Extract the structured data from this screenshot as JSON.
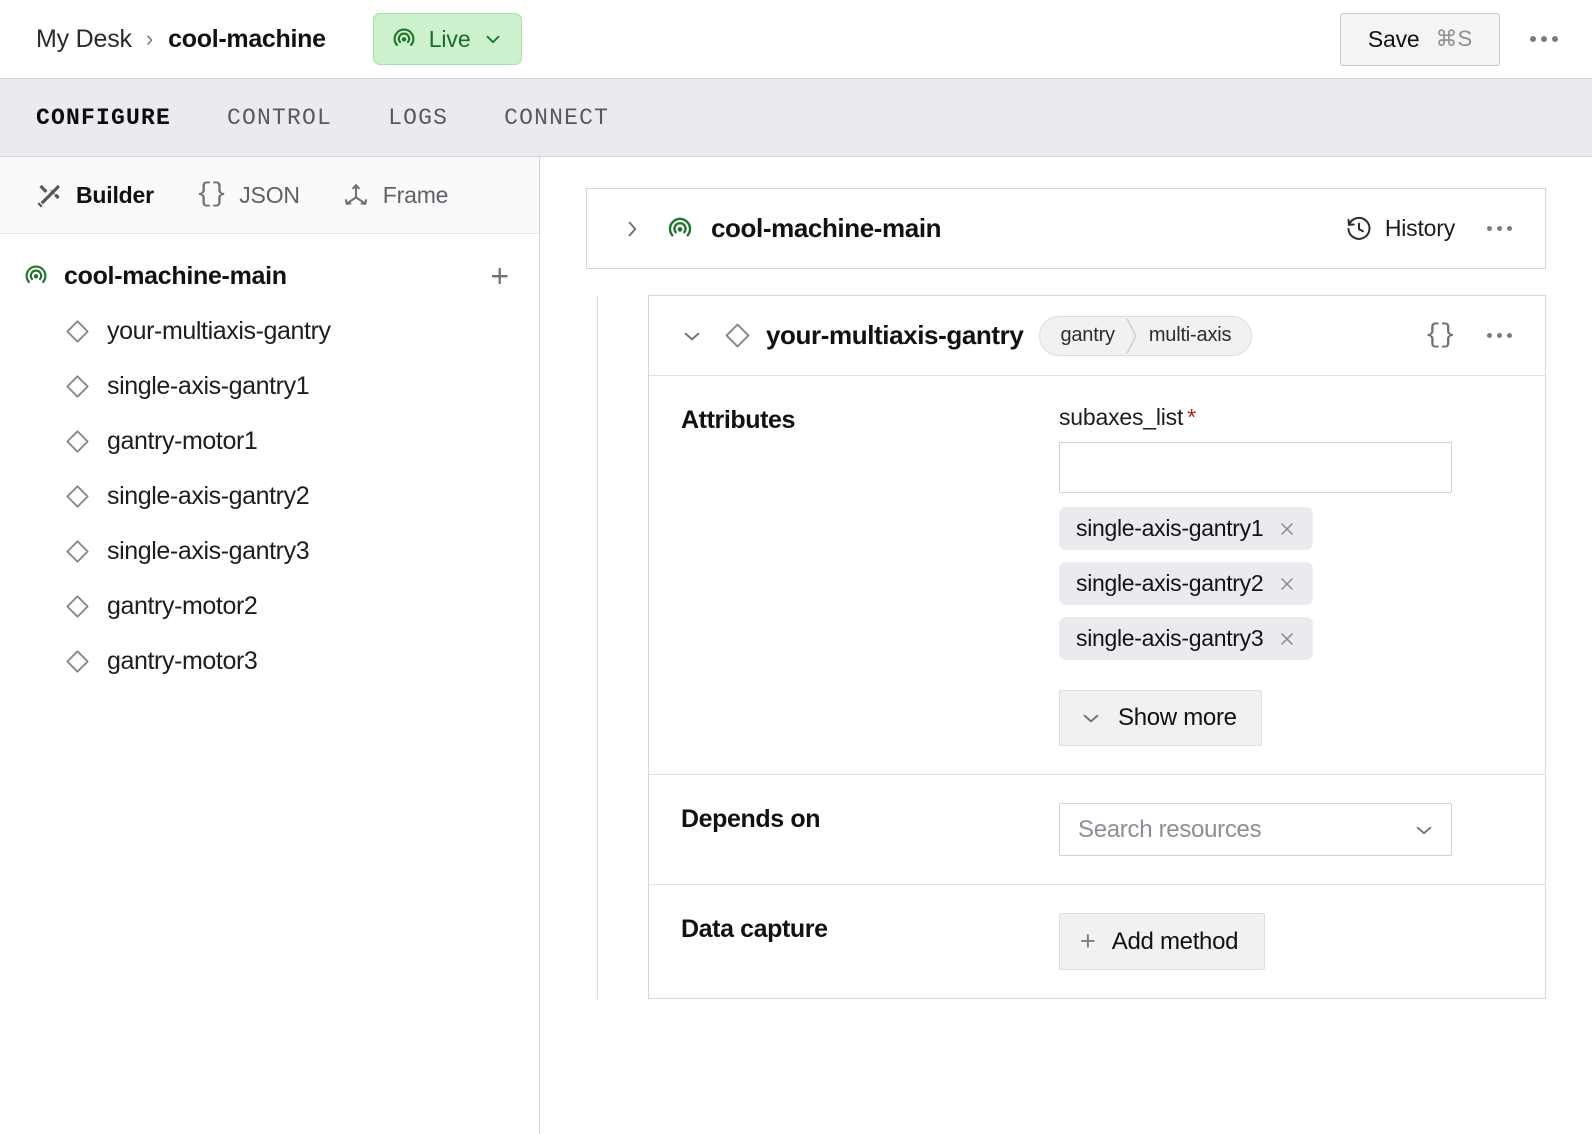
{
  "header": {
    "breadcrumb": {
      "root": "My Desk",
      "separator": "›",
      "current": "cool-machine"
    },
    "status": {
      "label": "Live",
      "icon": "broadcast-icon",
      "color": "#1c6b2e",
      "background": "#cdf0cd"
    },
    "save": {
      "label": "Save",
      "shortcut": "⌘S"
    },
    "overflow_icon": "ellipsis-icon"
  },
  "tabs": [
    {
      "label": "CONFIGURE",
      "active": true
    },
    {
      "label": "CONTROL",
      "active": false
    },
    {
      "label": "LOGS",
      "active": false
    },
    {
      "label": "CONNECT",
      "active": false
    }
  ],
  "sidebar": {
    "toolbar": [
      {
        "label": "Builder",
        "icon": "tools-icon",
        "active": true
      },
      {
        "label": "JSON",
        "icon": "braces-icon",
        "active": false
      },
      {
        "label": "Frame",
        "icon": "axes-icon",
        "active": false
      }
    ],
    "tree": {
      "root": {
        "label": "cool-machine-main",
        "icon": "broadcast-icon",
        "add_icon": "plus-icon"
      },
      "items": [
        {
          "label": "your-multiaxis-gantry",
          "icon": "diamond-icon"
        },
        {
          "label": "single-axis-gantry1",
          "icon": "diamond-icon"
        },
        {
          "label": "gantry-motor1",
          "icon": "diamond-icon"
        },
        {
          "label": "single-axis-gantry2",
          "icon": "diamond-icon"
        },
        {
          "label": "single-axis-gantry3",
          "icon": "diamond-icon"
        },
        {
          "label": "gantry-motor2",
          "icon": "diamond-icon"
        },
        {
          "label": "gantry-motor3",
          "icon": "diamond-icon"
        }
      ]
    }
  },
  "main": {
    "machine_card": {
      "title": "cool-machine-main",
      "expand_icon": "chevron-right-icon",
      "machine_icon": "broadcast-icon",
      "history_label": "History",
      "history_icon": "clock-history-icon",
      "overflow_icon": "ellipsis-icon"
    },
    "resource_card": {
      "title": "your-multiaxis-gantry",
      "collapse_icon": "chevron-down-icon",
      "resource_icon": "diamond-icon",
      "badge": {
        "api": "gantry",
        "model": "multi-axis"
      },
      "json_icon": "braces-icon",
      "overflow_icon": "ellipsis-icon",
      "attributes": {
        "label": "Attributes",
        "field_name": "subaxes_list",
        "required_marker": "*",
        "input_value": "",
        "chips": [
          {
            "label": "single-axis-gantry1",
            "remove_icon": "close-icon"
          },
          {
            "label": "single-axis-gantry2",
            "remove_icon": "close-icon"
          },
          {
            "label": "single-axis-gantry3",
            "remove_icon": "close-icon"
          }
        ],
        "show_more_label": "Show more",
        "show_more_icon": "chevron-down-icon"
      },
      "depends_on": {
        "label": "Depends on",
        "placeholder": "Search resources",
        "value": "",
        "chevron_icon": "chevron-down-icon"
      },
      "data_capture": {
        "label": "Data capture",
        "add_method_label": "Add method",
        "add_icon": "plus-icon"
      }
    }
  }
}
